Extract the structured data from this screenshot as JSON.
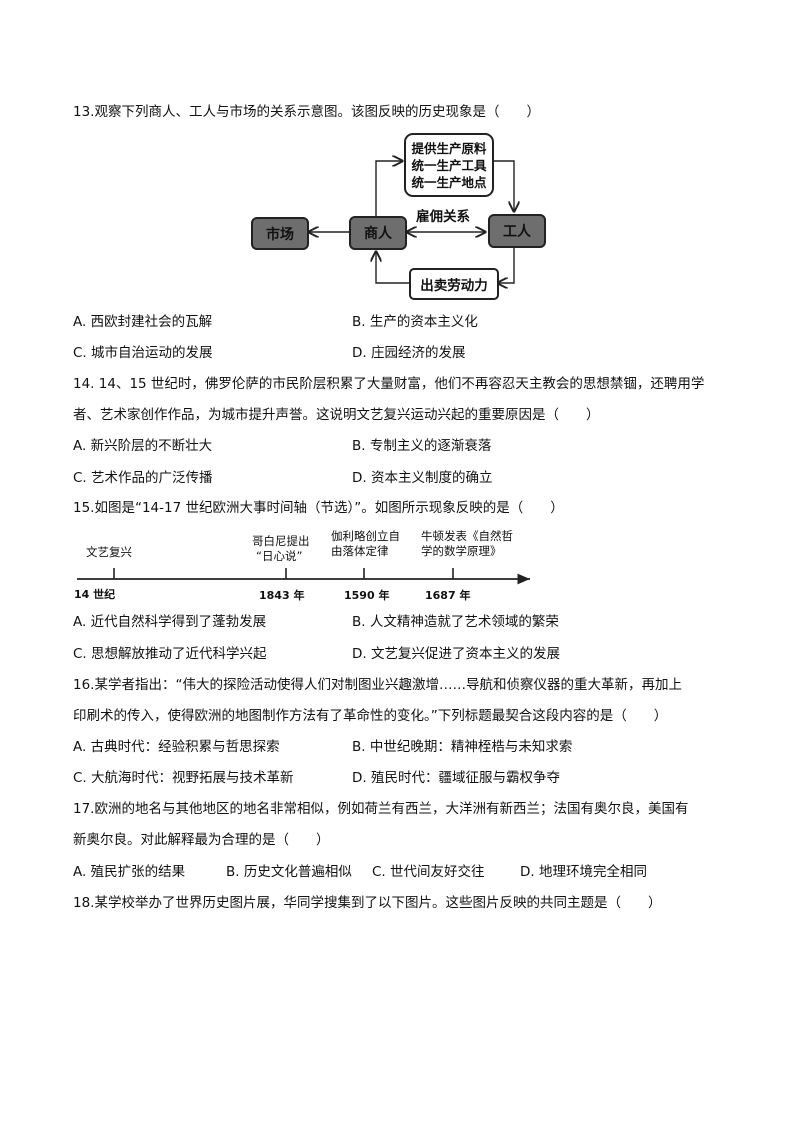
{
  "q13": {
    "stem": "13.观察下列商人、工人与市场的关系示意图。该图反映的历史现象是（　　）",
    "diagram": {
      "provide_box": [
        "提供生产原料",
        "统一生产工具",
        "统一生产地点"
      ],
      "market": "市场",
      "merchant": "商人",
      "worker": "工人",
      "employ": "雇佣关系",
      "labor": "出卖劳动力"
    },
    "options": [
      "A. 西欧封建社会的瓦解",
      "B. 生产的资本主义化",
      "C. 城市自治运动的发展",
      "D. 庄园经济的发展"
    ]
  },
  "q14": {
    "stem_lines": [
      "14. 14、15 世纪时，佛罗伦萨的市民阶层积累了大量财富，他们不再容忍天主教会的思想禁锢，还聘用学",
      "者、艺术家创作作品，为城市提升声誉。这说明文艺复兴运动兴起的重要原因是（　　）"
    ],
    "options": [
      "A. 新兴阶层的不断壮大",
      "B. 专制主义的逐渐衰落",
      "C. 艺术作品的广泛传播",
      "D. 资本主义制度的确立"
    ]
  },
  "q15": {
    "stem": "15.如图是“14-17 世纪欧洲大事时间轴（节选）”。如图所示现象反映的是（　　）",
    "timeline": {
      "events": [
        "文艺复兴",
        "哥白尼提出",
        "“日心说”",
        "伽利略创立自",
        "由落体定律",
        "牛顿发表《自然哲",
        "学的数学原理》"
      ],
      "ticks": [
        "14 世纪",
        "1843 年",
        "1590 年",
        "1687 年"
      ]
    },
    "options": [
      "A. 近代自然科学得到了蓬勃发展",
      "B. 人文精神造就了艺术领域的繁荣",
      "C. 思想解放推动了近代科学兴起",
      "D. 文艺复兴促进了资本主义的发展"
    ]
  },
  "q16": {
    "stem_lines": [
      "16.某学者指出：“伟大的探险活动使得人们对制图业兴趣激增……导航和侦察仪器的重大革新，再加上",
      "印刷术的传入，使得欧洲的地图制作方法有了革命性的变化。”下列标题最契合这段内容的是（　　）"
    ],
    "options": [
      "A. 古典时代：经验积累与哲思探索",
      "B. 中世纪晚期：精神桎梏与未知求索",
      "C. 大航海时代：视野拓展与技术革新",
      "D. 殖民时代：疆域征服与霸权争夺"
    ]
  },
  "q17": {
    "stem_lines": [
      "17.欧洲的地名与其他地区的地名非常相似，例如荷兰有西兰，大洋洲有新西兰；法国有奥尔良，美国有",
      "新奥尔良。对此解释最为合理的是（　　）"
    ],
    "options": [
      "A. 殖民扩张的结果",
      "B. 历史文化普遍相似",
      "C. 世代间友好交往",
      "D. 地理环境完全相同"
    ]
  },
  "q18": {
    "stem": "18.某学校举办了世界历史图片展，华同学搜集到了以下图片。这些图片反映的共同主题是（　　）"
  }
}
